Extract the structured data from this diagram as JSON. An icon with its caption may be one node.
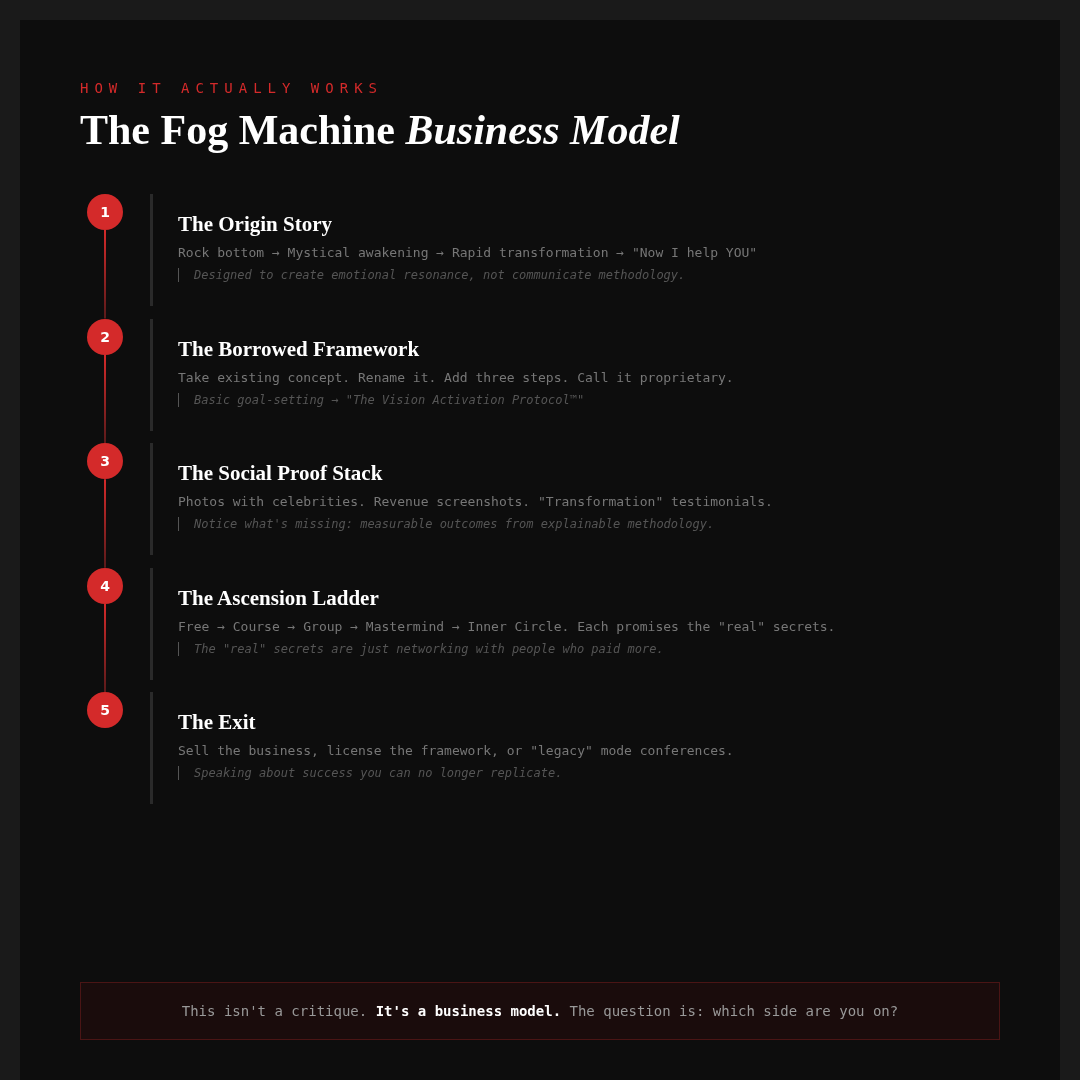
{
  "diagram": {
    "title": "The Fog Machine *Business Model*",
    "nodes": [
      {
        "text": [
          "1"
        ]
      },
      {
        "text": [
          "The Origin Story",
          "Rock bottom → Mystical awakening → Rapid transformation → \"Now I help YOU\"",
          "Designed to create emotional resonance, not communicate methodology."
        ]
      },
      {
        "text": [
          "2"
        ]
      },
      {
        "text": [
          "The Borrowed Framework",
          "Take existing concept. Rename it. Add three steps. Call it proprietary.",
          "Basic goal-setting → \"The Vision Activation Protocol™\""
        ]
      },
      {
        "text": [
          "3"
        ]
      },
      {
        "text": [
          "The Social Proof Stack",
          "Photos with celebrities. Revenue screenshots. \"Transformation\" testimonials.",
          "Notice what's missing: measurable outcomes from explainable methodology."
        ]
      },
      {
        "text": [
          "4"
        ]
      },
      {
        "text": [
          "The Ascension Ladder",
          "Free → Course → Group → Mastermind → Inner Circle. Each promises the \"real\" secrets.",
          "The \"real\" secrets are just networking with people who paid more."
        ]
      },
      {
        "text": [
          "5"
        ]
      },
      {
        "text": [
          "The Exit",
          "Sell the business, license the framework, or \"legacy\" mode conferences.",
          "Speaking about success you can no longer replicate."
        ]
      },
      {
        "text": [
          "This isn't a critique. **It's a business model.** The question is: which side are you on?"
        ]
      }
    ],
    "edges": [
      {
        "from": 0,
        "to": 2,
        "arrow": "none"
      },
      {
        "from": 2,
        "to": 4,
        "arrow": "none"
      },
      {
        "from": 4,
        "to": 6,
        "arrow": "none"
      },
      {
        "from": 6,
        "to": 8,
        "arrow": "none"
      }
    ],
    "labels": [
      "HOW IT ACTUALLY WORKS"
    ]
  }
}
